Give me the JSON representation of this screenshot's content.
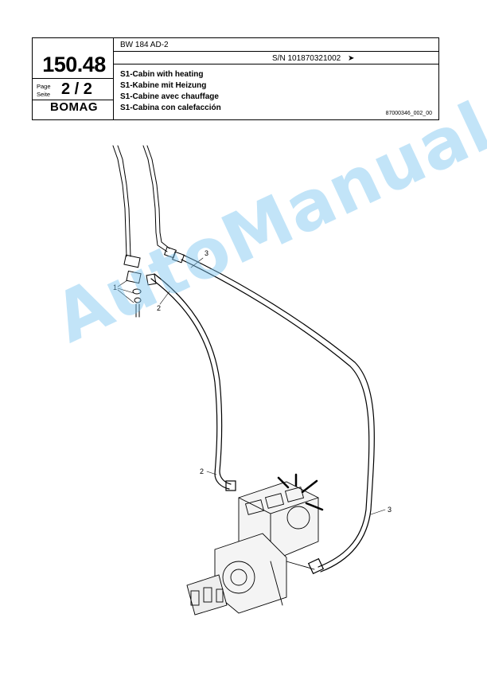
{
  "header": {
    "model": "BW 184 AD-2",
    "serial": "S/N 101870321002",
    "serial_arrow": "➤",
    "page_number": "150.48",
    "page_label": "Page",
    "seite_label": "Seite",
    "page_of": "2 / 2",
    "brand": "BOMAG",
    "titles": [
      "S1-Cabin with heating",
      "S1-Kabine mit Heizung",
      "S1-Cabine avec chauffage",
      "S1-Cabina con calefacción"
    ],
    "doc_number": "87000346_002_00"
  },
  "callouts": {
    "c1": "1",
    "c2a": "2",
    "c2b": "2",
    "c3a": "3",
    "c3b": "3"
  },
  "watermark": "AutoManual"
}
